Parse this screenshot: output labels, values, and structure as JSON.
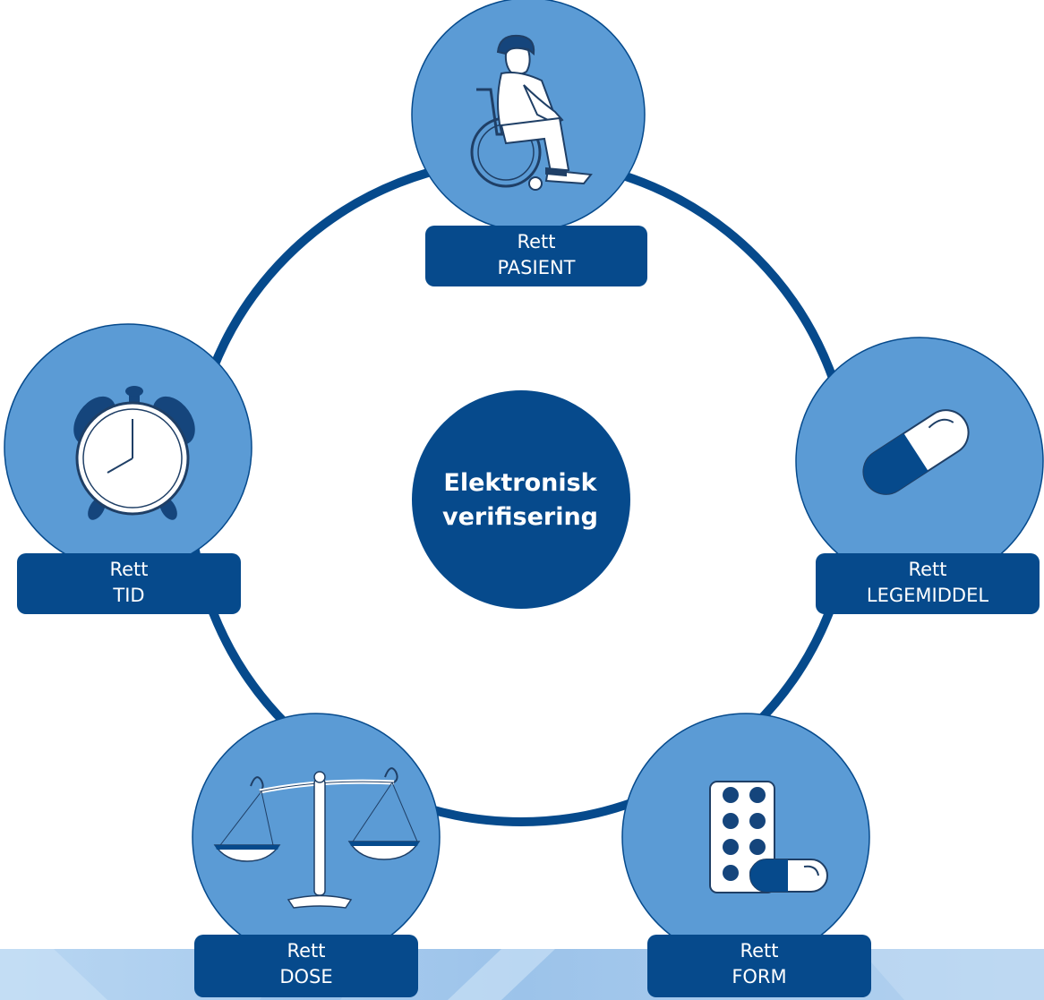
{
  "center": {
    "line1": "Elektronisk",
    "line2": "verifisering"
  },
  "nodes": [
    {
      "id": "pasient",
      "label_top": "Rett",
      "label_bottom": "PASIENT",
      "icon": "wheelchair-patient-icon"
    },
    {
      "id": "legemiddel",
      "label_top": "Rett",
      "label_bottom": "LEGEMIDDEL",
      "icon": "capsule-icon"
    },
    {
      "id": "form",
      "label_top": "Rett",
      "label_bottom": "FORM",
      "icon": "pill-blister-icon"
    },
    {
      "id": "dose",
      "label_top": "Rett",
      "label_bottom": "DOSE",
      "icon": "balance-scale-icon"
    },
    {
      "id": "tid",
      "label_top": "Rett",
      "label_bottom": "TID",
      "icon": "alarm-clock-icon"
    }
  ],
  "colors": {
    "ring": "#064a8c",
    "node_fill": "#5b9bd5",
    "center_fill": "#064a8c",
    "label_fill": "#064a8c",
    "label_text": "#ffffff",
    "footer_band": "#a9cbee"
  }
}
